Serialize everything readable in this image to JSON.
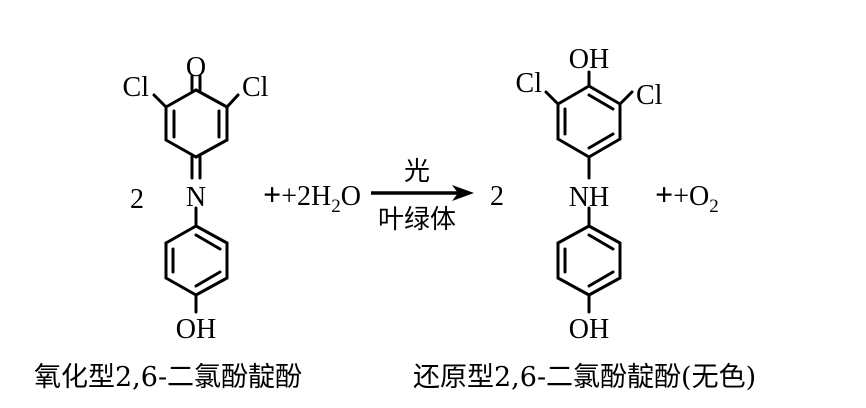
{
  "reactant": {
    "coefficient": "2",
    "atoms": {
      "cl_left": "Cl",
      "o": "O",
      "cl_right": "Cl",
      "n": "N",
      "oh": "OH"
    },
    "name": "氧化型2,6-二氯酚靛酚"
  },
  "plus_water": "+2H",
  "water_sub": "2",
  "water_o": "O",
  "arrow": {
    "above": "光",
    "below": "叶绿体"
  },
  "product": {
    "coefficient": "2",
    "atoms": {
      "oh_top": "OH",
      "cl_left": "Cl",
      "cl_right": "Cl",
      "nh": "NH",
      "oh": "OH"
    },
    "name": "还原型2,6-二氯酚靛酚(无色)"
  },
  "plus_oxygen": "+O",
  "oxygen_sub": "2"
}
